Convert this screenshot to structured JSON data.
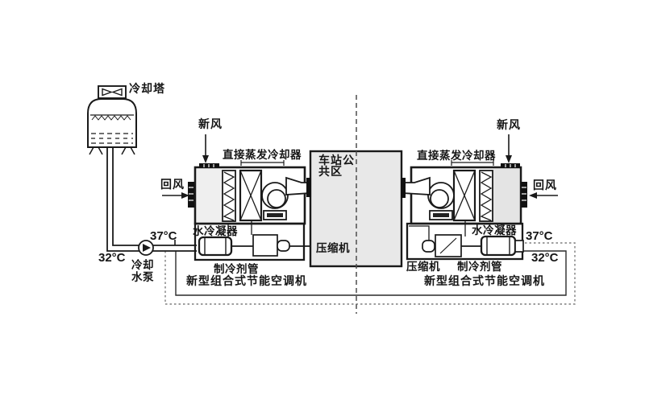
{
  "figure": {
    "kind": "hvac-schematic",
    "description_visible_only": true
  },
  "labels": {
    "cooling_tower": "冷却塔",
    "cooling_pump_line1": "冷却",
    "cooling_pump_line2": "水泵",
    "fresh_air": "新风",
    "return_air": "回风",
    "direct_evaporative_cooler": "直接蒸发冷却器",
    "water_cooled_condenser": "水冷凝器",
    "refrigerant_pipe": "制冷剂管",
    "compressor": "压缩机",
    "energy_saving_ac_unit": "新型组合式节能空调机",
    "station_public_area_line1": "车站公",
    "station_public_area_line2": "共区",
    "temp_hot": "37°C",
    "temp_cold": "32°C"
  },
  "icons": {
    "pump_icon": "circle-with-right-triangle",
    "fan_icon": "centrifugal-fan-scroll",
    "filter_icon": "zigzag-band",
    "evaporative_cooler_icon": "crossed-box",
    "condenser_icon": "capsule-cylinder",
    "damper_icon": "hatched-black-bar",
    "cooling_tower_icon": "tower-with-fan-and-water"
  },
  "colors": {
    "line": "#1a1a1a",
    "station_fill": "#e8e8e8",
    "chamber_fill": "#ededed",
    "dotted_loop": "#7e7e7e",
    "background": "#ffffff"
  }
}
